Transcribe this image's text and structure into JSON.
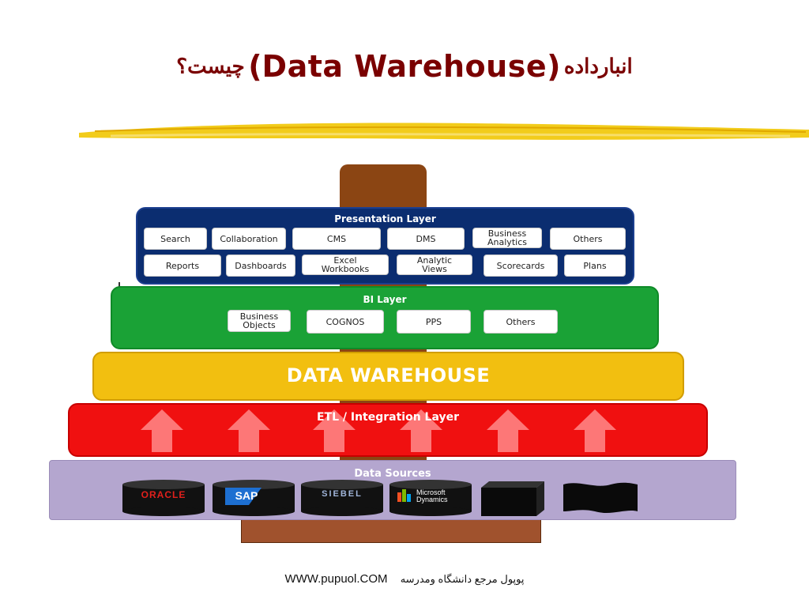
{
  "title": {
    "fa_word": "انبارداده",
    "en_term": "(Data Warehouse)",
    "fa_question": "چیست؟"
  },
  "colors": {
    "title": "#7a0000",
    "presentation": "#0b2d70",
    "bi": "#1aa236",
    "data_warehouse": "#f2bf10",
    "etl": "#f01010",
    "sources": "#b4a6cf",
    "pillar": "#8b4513"
  },
  "diagram": {
    "presentation_layer": {
      "title": "Presentation Layer",
      "row1": [
        "Search",
        "Collaboration",
        "CMS",
        "DMS",
        "Business Analytics",
        "Others"
      ],
      "row2": [
        "Reports",
        "Dashboards",
        "Excel Workbooks",
        "Analytic Views",
        "Scorecards",
        "Plans"
      ]
    },
    "bi_layer": {
      "title": "BI Layer",
      "items": [
        "Business Objects",
        "COGNOS",
        "PPS",
        "Others"
      ]
    },
    "data_warehouse": {
      "title": "DATA WAREHOUSE"
    },
    "etl_layer": {
      "title": "ETL / Integration Layer"
    },
    "data_sources": {
      "title": "Data Sources",
      "items": [
        "ORACLE",
        "SAP",
        "SIEBEL",
        "Microsoft Dynamics",
        "",
        ""
      ]
    }
  },
  "footer": {
    "url": "WWW.pupuol.COM",
    "tagline": "پوپول مرجع دانشگاه ومدرسه"
  }
}
